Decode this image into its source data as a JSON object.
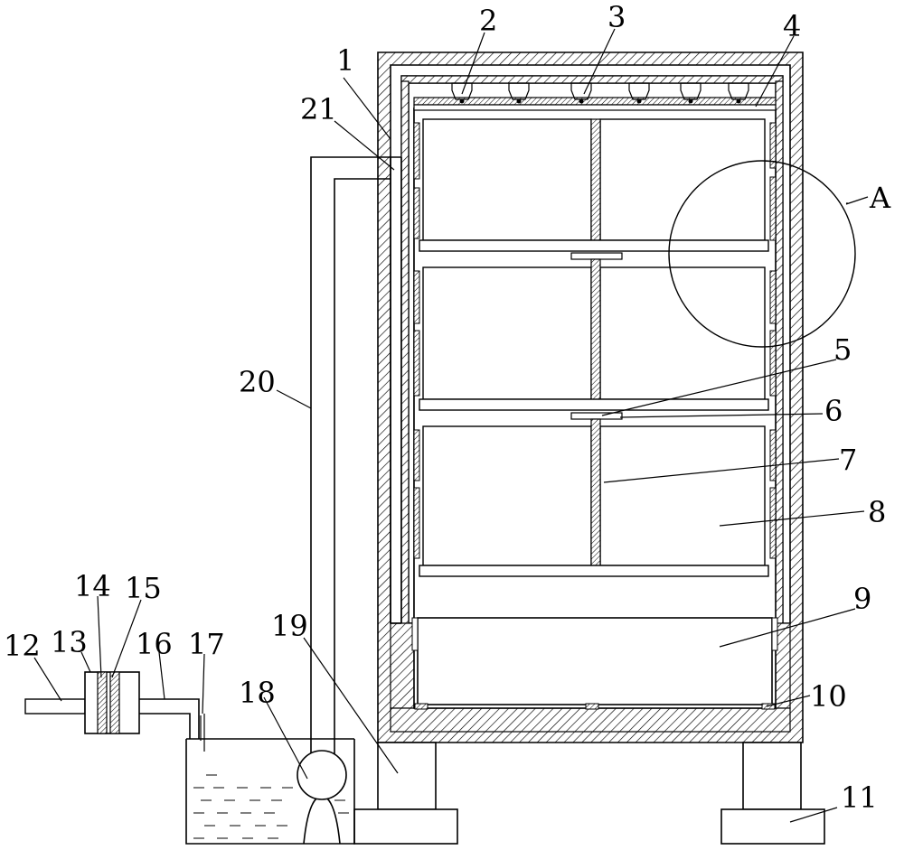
{
  "labels": {
    "l1": "1",
    "l2": "2",
    "l3": "3",
    "l4": "4",
    "l5": "5",
    "l6": "6",
    "l7": "7",
    "l8": "8",
    "l9": "9",
    "l10": "10",
    "l11": "11",
    "l12": "12",
    "l13": "13",
    "l14": "14",
    "l15": "15",
    "l16": "16",
    "l17": "17",
    "l18": "18",
    "l19": "19",
    "l20": "20",
    "l21": "21",
    "lA": "A"
  }
}
